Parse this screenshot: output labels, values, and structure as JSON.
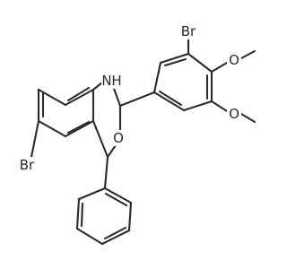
{
  "molecule": {
    "atom_labels": {
      "br_top": "Br",
      "o_methoxy_upper": "O",
      "o_methoxy_lower": "O",
      "nh": "N",
      "nh_h": "H",
      "o_ring": "O",
      "br_left": "Br"
    }
  }
}
